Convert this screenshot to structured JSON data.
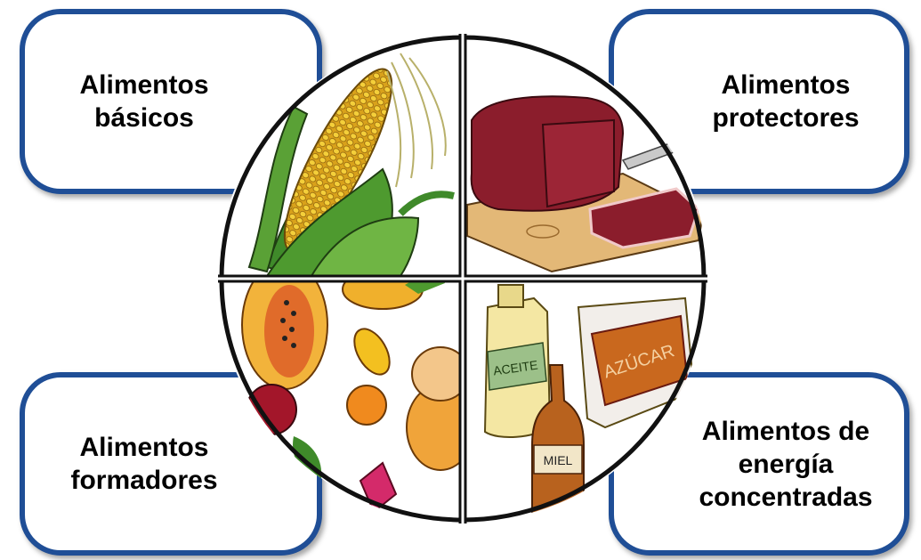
{
  "quadrants": {
    "top_left": {
      "label": "Alimentos\nbásicos",
      "image": "corn-illustration"
    },
    "top_right": {
      "label": "Alimentos\nprotectores",
      "image": "meat-on-board-illustration"
    },
    "bottom_left": {
      "label": "Alimentos\nformadores",
      "image": "fruits-illustration"
    },
    "bottom_right": {
      "label": "Alimentos de\nenergía\nconcentradas",
      "image": "oil-honey-sugar-illustration"
    }
  },
  "product_labels": {
    "oil": "ACEITE",
    "honey": "MIEL",
    "sugar": "AZÚCAR"
  },
  "colors": {
    "box_border": "#1f4e96",
    "divider": "#111111"
  }
}
